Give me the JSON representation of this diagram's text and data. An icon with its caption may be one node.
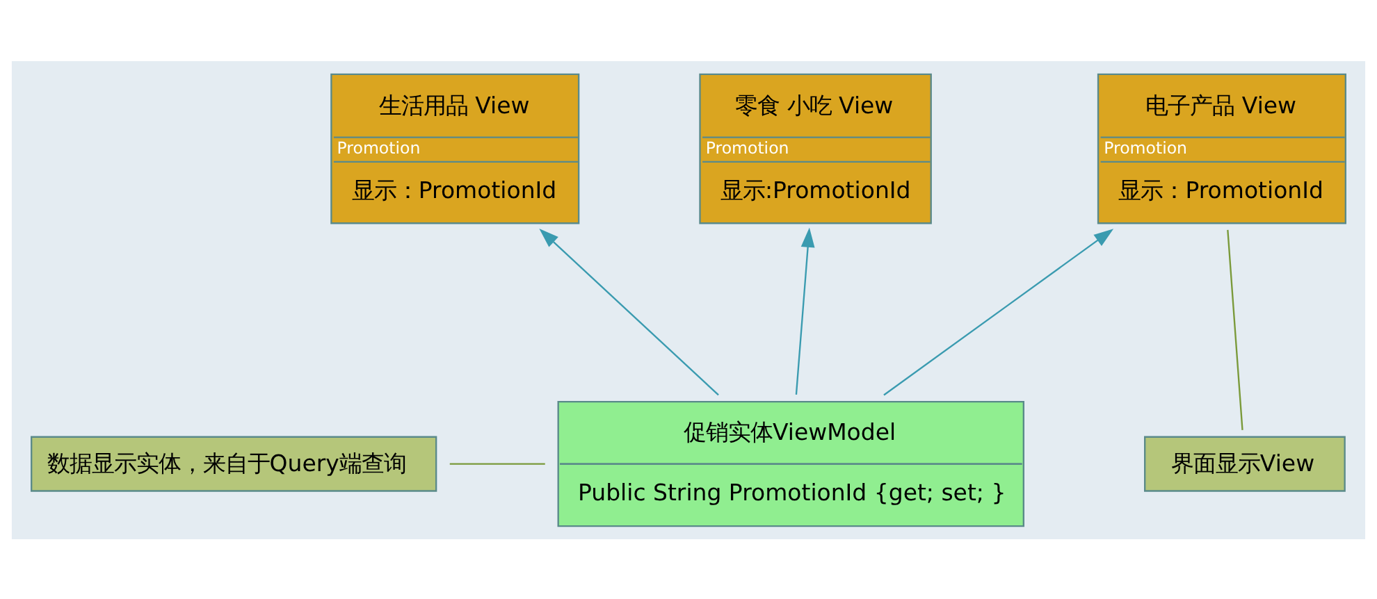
{
  "diagram": {
    "nodes": [
      {
        "text": [
          "电子产品 View",
          "Promotion",
          "显示：PromotionId"
        ]
      },
      {
        "text": [
          "生活用品 View",
          "Promotion",
          "显示：PromotionId"
        ]
      },
      {
        "text": [
          "零食 小吃 View",
          "Promotion",
          "显示:PromotionId"
        ]
      },
      {
        "text": [
          "促销实体ViewModel",
          "Public String PromotionId {get; set; }"
        ]
      },
      {
        "text": [
          "界面显示View"
        ]
      },
      {
        "text": [
          "数据显示实体，来自于Query端查询"
        ]
      }
    ],
    "edges": [
      {
        "from": 3,
        "to": 0,
        "arrow": "to"
      },
      {
        "from": 3,
        "to": 1,
        "arrow": "to"
      },
      {
        "from": 3,
        "to": 2,
        "arrow": "to"
      },
      {
        "from": 4,
        "to": 0,
        "arrow": "none",
        "color": "#7a9a3a"
      },
      {
        "from": 5,
        "to": 3,
        "arrow": "none",
        "color": "#7a9a3a"
      }
    ]
  }
}
